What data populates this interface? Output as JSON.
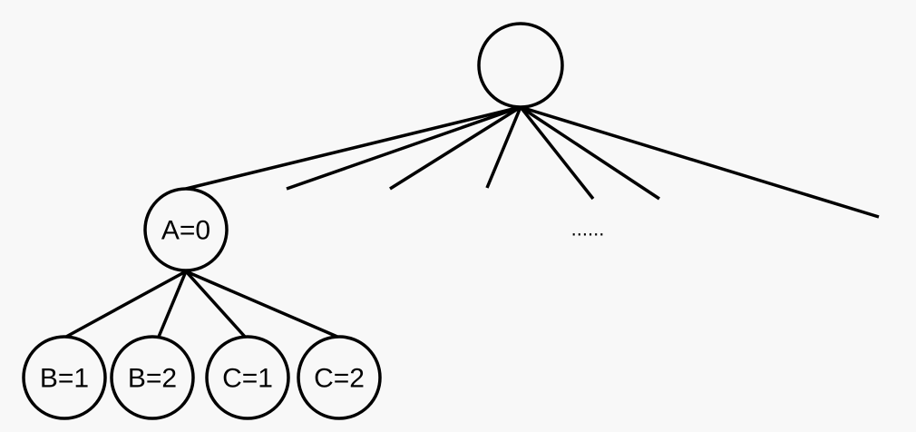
{
  "diagram": {
    "root": {
      "label": ""
    },
    "node_a": {
      "label": "A=0"
    },
    "children": [
      {
        "label": "B=1"
      },
      {
        "label": "B=2"
      },
      {
        "label": "C=1"
      },
      {
        "label": "C=2"
      }
    ],
    "ellipsis": "......",
    "stroke_color": "#000000",
    "background": "#f8f8f8"
  }
}
